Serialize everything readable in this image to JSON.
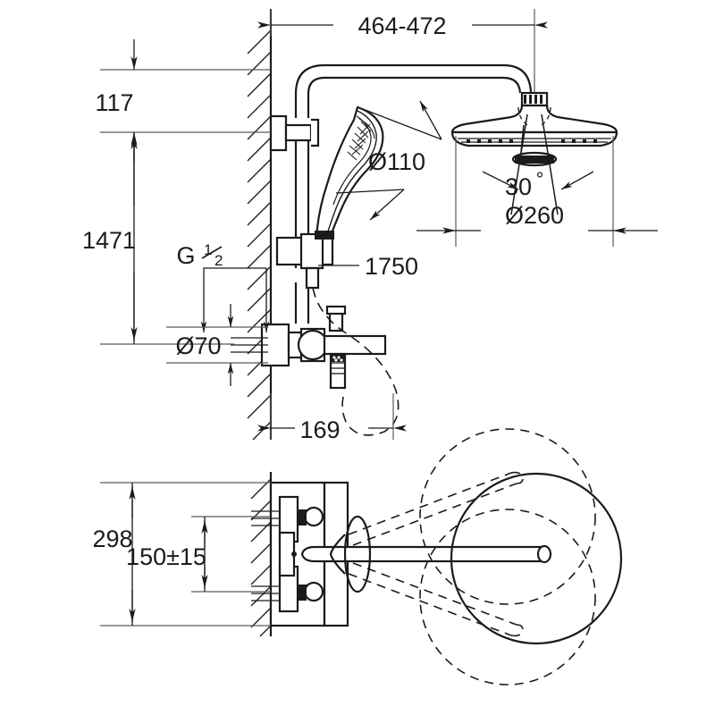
{
  "drawing": {
    "title": "Shower system technical dimension drawing",
    "line_color": "#1b1b1b",
    "thin_line_color": "#5a5a5a",
    "background": "#ffffff"
  },
  "dimensions": {
    "wall_to_head": "464-472",
    "top_offset": "117",
    "total_height": "1471",
    "thread": "G",
    "thread_fraction_num": "1",
    "thread_fraction_den": "2",
    "escutcheon_dia": "Ø70",
    "hand_shower_dia": "Ø110",
    "hose_length": "1750",
    "head_dia": "Ø260",
    "spray_angle": "30",
    "degree_symbol": "°",
    "projection": "169",
    "plan_height": "298",
    "inlet_spacing": "150±15"
  }
}
